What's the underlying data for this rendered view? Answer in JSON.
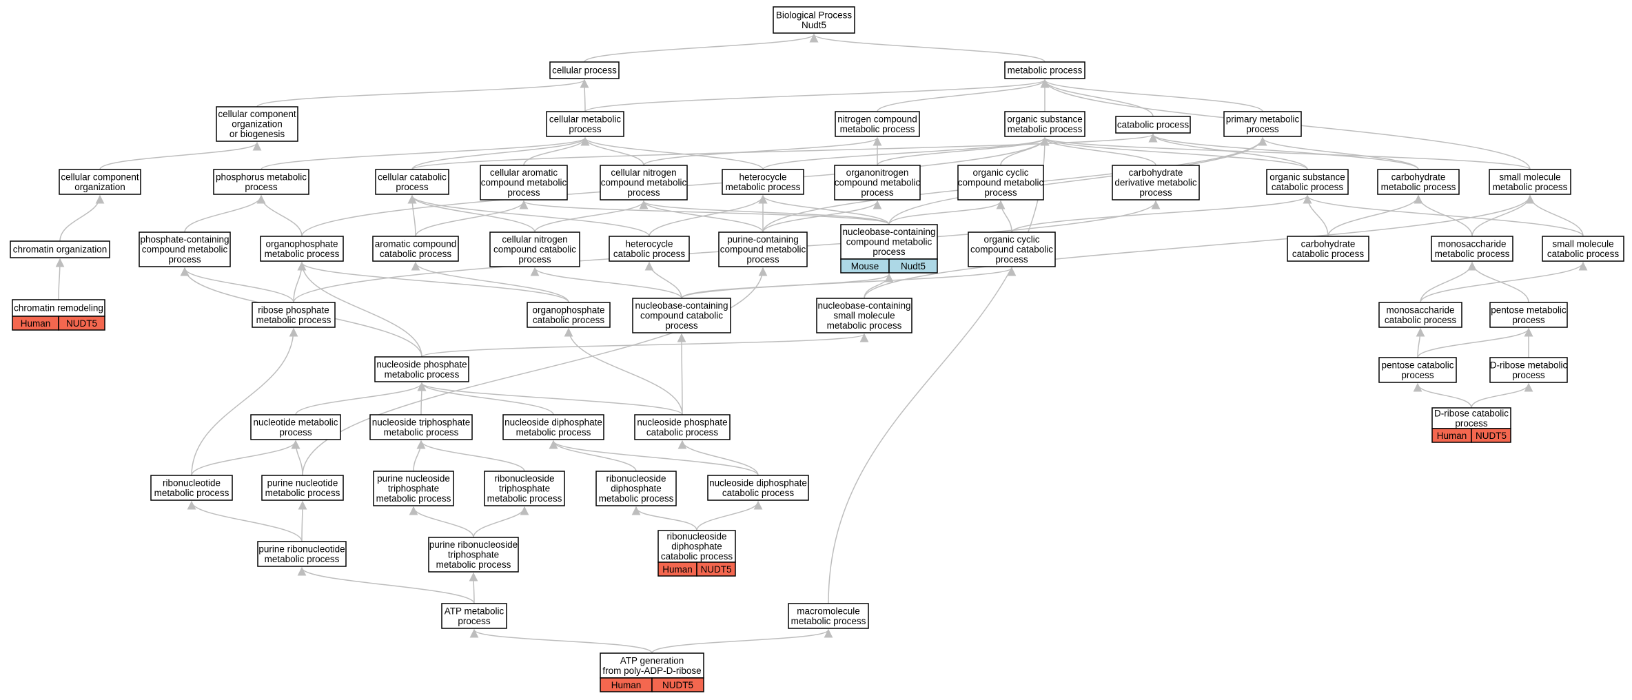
{
  "colors": {
    "edge": "#bdbdbd",
    "human_tag": "#f4674f",
    "mouse_tag": "#add8e6"
  },
  "nodes": [
    {
      "id": "bp",
      "lines": [
        "Biological Process",
        "Nudt5"
      ]
    },
    {
      "id": "cp",
      "lines": [
        "cellular process"
      ]
    },
    {
      "id": "mp",
      "lines": [
        "metabolic process"
      ]
    },
    {
      "id": "ccob",
      "lines": [
        "cellular component",
        "organization",
        "or biogenesis"
      ]
    },
    {
      "id": "cmp",
      "lines": [
        "cellular metabolic",
        "process"
      ]
    },
    {
      "id": "ncmp",
      "lines": [
        "nitrogen compound",
        "metabolic process"
      ]
    },
    {
      "id": "osmp",
      "lines": [
        "organic substance",
        "metabolic process"
      ]
    },
    {
      "id": "catp",
      "lines": [
        "catabolic process"
      ]
    },
    {
      "id": "pmp",
      "lines": [
        "primary metabolic",
        "process"
      ]
    },
    {
      "id": "cco",
      "lines": [
        "cellular component",
        "organization"
      ]
    },
    {
      "id": "phmp",
      "lines": [
        "phosphorus metabolic",
        "process"
      ]
    },
    {
      "id": "ccatp",
      "lines": [
        "cellular catabolic",
        "process"
      ]
    },
    {
      "id": "cacmp",
      "lines": [
        "cellular aromatic",
        "compound metabolic",
        "process"
      ]
    },
    {
      "id": "cncmp",
      "lines": [
        "cellular nitrogen",
        "compound metabolic",
        "process"
      ]
    },
    {
      "id": "hmp",
      "lines": [
        "heterocycle",
        "metabolic process"
      ]
    },
    {
      "id": "onmp",
      "lines": [
        "organonitrogen",
        "compound metabolic",
        "process"
      ]
    },
    {
      "id": "occmp",
      "lines": [
        "organic cyclic",
        "compound metabolic",
        "process"
      ]
    },
    {
      "id": "cdmp",
      "lines": [
        "carbohydrate",
        "derivative metabolic",
        "process"
      ]
    },
    {
      "id": "oscp",
      "lines": [
        "organic substance",
        "catabolic process"
      ]
    },
    {
      "id": "chmp",
      "lines": [
        "carbohydrate",
        "metabolic process"
      ]
    },
    {
      "id": "smmp",
      "lines": [
        "small molecule",
        "metabolic process"
      ]
    },
    {
      "id": "chorg",
      "lines": [
        "chromatin organization"
      ]
    },
    {
      "id": "pccmp",
      "lines": [
        "phosphate-containing",
        "compound metabolic",
        "process"
      ]
    },
    {
      "id": "opmp",
      "lines": [
        "organophosphate",
        "metabolic process"
      ]
    },
    {
      "id": "accp",
      "lines": [
        "aromatic compound",
        "catabolic process"
      ]
    },
    {
      "id": "cnccp",
      "lines": [
        "cellular nitrogen",
        "compound catabolic",
        "process"
      ]
    },
    {
      "id": "hcp",
      "lines": [
        "heterocycle",
        "catabolic process"
      ]
    },
    {
      "id": "pcmp",
      "lines": [
        "purine-containing",
        "compound metabolic",
        "process"
      ]
    },
    {
      "id": "nbcmp",
      "lines": [
        "nucleobase-containing",
        "compound metabolic",
        "process"
      ],
      "tags": [
        "Mouse",
        "Nudt5"
      ],
      "tag_color": "mouse"
    },
    {
      "id": "occcp",
      "lines": [
        "organic cyclic",
        "compound catabolic",
        "process"
      ]
    },
    {
      "id": "chcp",
      "lines": [
        "carbohydrate",
        "catabolic process"
      ]
    },
    {
      "id": "msmp",
      "lines": [
        "monosaccharide",
        "metabolic process"
      ]
    },
    {
      "id": "smcp",
      "lines": [
        "small molecule",
        "catabolic process"
      ]
    },
    {
      "id": "chrem",
      "lines": [
        "chromatin remodeling"
      ],
      "tags": [
        "Human",
        "NUDT5"
      ],
      "tag_color": "human"
    },
    {
      "id": "rpmp",
      "lines": [
        "ribose phosphate",
        "metabolic process"
      ]
    },
    {
      "id": "opcp",
      "lines": [
        "organophosphate",
        "catabolic process"
      ]
    },
    {
      "id": "nbccp",
      "lines": [
        "nucleobase-containing",
        "compound catabolic",
        "process"
      ]
    },
    {
      "id": "nbsmp",
      "lines": [
        "nucleobase-containing",
        "small molecule",
        "metabolic process"
      ]
    },
    {
      "id": "mscp",
      "lines": [
        "monosaccharide",
        "catabolic process"
      ]
    },
    {
      "id": "pemp",
      "lines": [
        "pentose metabolic",
        "process"
      ]
    },
    {
      "id": "nspmp",
      "lines": [
        "nucleoside phosphate",
        "metabolic process"
      ]
    },
    {
      "id": "pecp",
      "lines": [
        "pentose catabolic",
        "process"
      ]
    },
    {
      "id": "drmp",
      "lines": [
        "D-ribose metabolic",
        "process"
      ]
    },
    {
      "id": "ntmp",
      "lines": [
        "nucleotide metabolic",
        "process"
      ]
    },
    {
      "id": "nstpmp",
      "lines": [
        "nucleoside triphosphate",
        "metabolic process"
      ]
    },
    {
      "id": "nsdpmp",
      "lines": [
        "nucleoside diphosphate",
        "metabolic process"
      ]
    },
    {
      "id": "nspcp",
      "lines": [
        "nucleoside phosphate",
        "catabolic process"
      ]
    },
    {
      "id": "drcp",
      "lines": [
        "D-ribose catabolic",
        "process"
      ],
      "tags": [
        "Human",
        "NUDT5"
      ],
      "tag_color": "human"
    },
    {
      "id": "rntmp",
      "lines": [
        "ribonucleotide",
        "metabolic process"
      ]
    },
    {
      "id": "pntmp",
      "lines": [
        "purine nucleotide",
        "metabolic process"
      ]
    },
    {
      "id": "pnstpmp",
      "lines": [
        "purine nucleoside",
        "triphosphate",
        "metabolic process"
      ]
    },
    {
      "id": "rnstpmp",
      "lines": [
        "ribonucleoside",
        "triphosphate",
        "metabolic process"
      ]
    },
    {
      "id": "rnsdpmp",
      "lines": [
        "ribonucleoside",
        "diphosphate",
        "metabolic process"
      ]
    },
    {
      "id": "nsdpcp",
      "lines": [
        "nucleoside diphosphate",
        "catabolic process"
      ]
    },
    {
      "id": "rnsdpcp",
      "lines": [
        "ribonucleoside",
        "diphosphate",
        "catabolic process"
      ],
      "tags": [
        "Human",
        "NUDT5"
      ],
      "tag_color": "human"
    },
    {
      "id": "prntmp",
      "lines": [
        "purine ribonucleotide",
        "metabolic process"
      ]
    },
    {
      "id": "prnstpmp",
      "lines": [
        "purine ribonucleoside",
        "triphosphate",
        "metabolic process"
      ]
    },
    {
      "id": "atpmp",
      "lines": [
        "ATP metabolic",
        "process"
      ]
    },
    {
      "id": "mmp",
      "lines": [
        "macromolecule",
        "metabolic process"
      ]
    },
    {
      "id": "atpgen",
      "lines": [
        "ATP generation",
        "from poly-ADP-D-ribose"
      ],
      "tags": [
        "Human",
        "NUDT5"
      ],
      "tag_color": "human"
    }
  ]
}
